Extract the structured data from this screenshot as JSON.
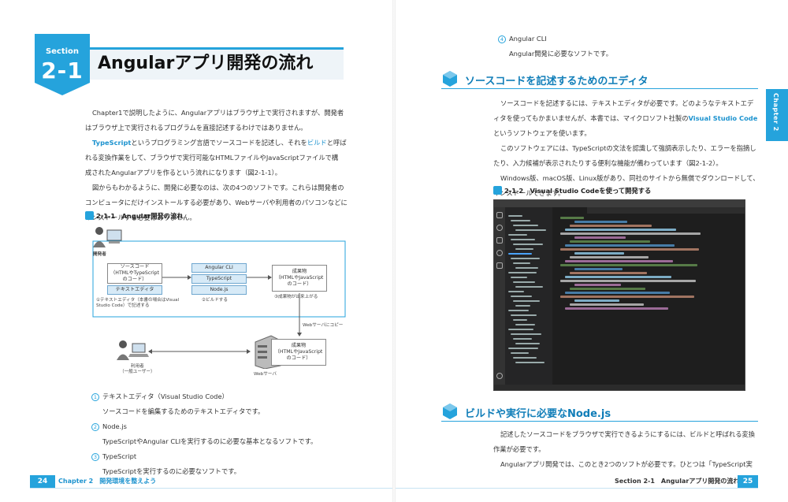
{
  "left_page": {
    "section_label": "Section",
    "section_number": "2-1",
    "title": "Angularアプリ開発の流れ",
    "paragraph1_lines": [
      "Chapter1で説明したように、Angularアプリはブラウザ上で実行されますが、開発者",
      "はブラウザ上で実行されるプログラムを直接記述するわけではありません。"
    ],
    "paragraph2": {
      "line1_hl": "TypeScript",
      "line1_rest_a": "というプログラミング言語でソースコードを記述し、それを",
      "line1_hl2": "ビルド",
      "line1_rest_b": "と呼ば",
      "line2": "れる変換作業をして、ブラウザで実行可能なHTMLファイルやJavaScriptファイルで構",
      "line3": "成されたAngularアプリを作るという流れになります（図2-1-1）。"
    },
    "paragraph3_lines": [
      "図からもわかるように、開発に必要なのは、次の4つのソフトです。これらは開発者の",
      "コンピュータにだけインストールする必要があり、Webサーバや利用者のパソコンなどに",
      "インストールする必要はありません。"
    ],
    "figure_caption": "2-1-1　Angular開発の流れ",
    "diagram": {
      "developer_label": "開発者",
      "source_box_line1": "ソースコード",
      "source_box_line2": "（HTMLやTypeScript",
      "source_box_line3": "のコード）",
      "text_editor_box": "テキストエディタ",
      "angular_cli_box": "Angular CLI",
      "typescript_box": "TypeScript",
      "nodejs_box": "Node.js",
      "output_box_line1": "成果物",
      "output_box_line2": "（HTMLやJavaScript",
      "output_box_line3": "のコード）",
      "note1_line1": "①テキストエディタ（本書の場合はVisual",
      "note1_line2": "Studio Code）で記述する",
      "note2": "②ビルドする",
      "note3": "③成果物が出来上がる",
      "copy_label": "Webサーバにコピー",
      "server_box_line1": "成果物",
      "server_box_line2": "（HTMLやJavaScript",
      "server_box_line3": "のコード）",
      "user_label_line1": "利用者",
      "user_label_line2": "（一般ユーザー）",
      "server_label": "Webサーバ"
    },
    "list": [
      {
        "num": "1",
        "title": "テキストエディタ（Visual Studio Code）",
        "desc": "ソースコードを編集するためのテキストエディタです。"
      },
      {
        "num": "2",
        "title": "Node.js",
        "desc": "TypeScriptやAngular CLIを実行するのに必要な基本となるソフトです。"
      },
      {
        "num": "3",
        "title": "TypeScript",
        "desc": "TypeScriptを実行するのに必要なソフトです。"
      }
    ],
    "footer_page": "24",
    "footer_text": "Chapter 2　開発環境を整えよう"
  },
  "right_page": {
    "list_item4": {
      "num": "4",
      "title": "Angular CLI",
      "desc": "Angular開発に必要なソフトです。"
    },
    "heading1": "ソースコードを記述するためのエディタ",
    "h1_paragraph1": {
      "line1": "ソースコードを記述するには、テキストエディタが必要です。どのようなテキストエデ",
      "line2_a": "ィタを使ってもかまいませんが、本書では、マイクロソフト社製の",
      "line2_hl": "Visual Studio Code",
      "line3": "というソフトウェアを使います。"
    },
    "h1_paragraph2_lines": [
      "このソフトウェアには、TypeScriptの文法を認識して強調表示したり、エラーを指摘し",
      "たり、入力候補が表示されたりする便利な機能が備わっています（図2-1-2）。"
    ],
    "h1_paragraph3_lines": [
      "Windows版、macOS版、Linux版があり、同社のサイトから無償でダウンロードして、",
      "インストールできます。"
    ],
    "figure_caption": "2-1-2　Visual Studio Codeを使って開発する",
    "heading2": "ビルドや実行に必要なNode.js",
    "h2_paragraph_lines": [
      "記述したソースコードをブラウザで実行できるようにするには、ビルドと呼ばれる変換",
      "作業が必要です。",
      "Angularアプリ開発では、このとき2つのソフトが必要です。ひとつは「TypeScript実"
    ],
    "chapter_tab": "Chapter 2",
    "footer_text": "Section 2-1　Angularアプリ開発の流れ",
    "footer_page": "25"
  },
  "colors": {
    "accent": "#25a3dc",
    "accent_dark": "#0f7db8",
    "box_fill": "#d7eaf7"
  }
}
